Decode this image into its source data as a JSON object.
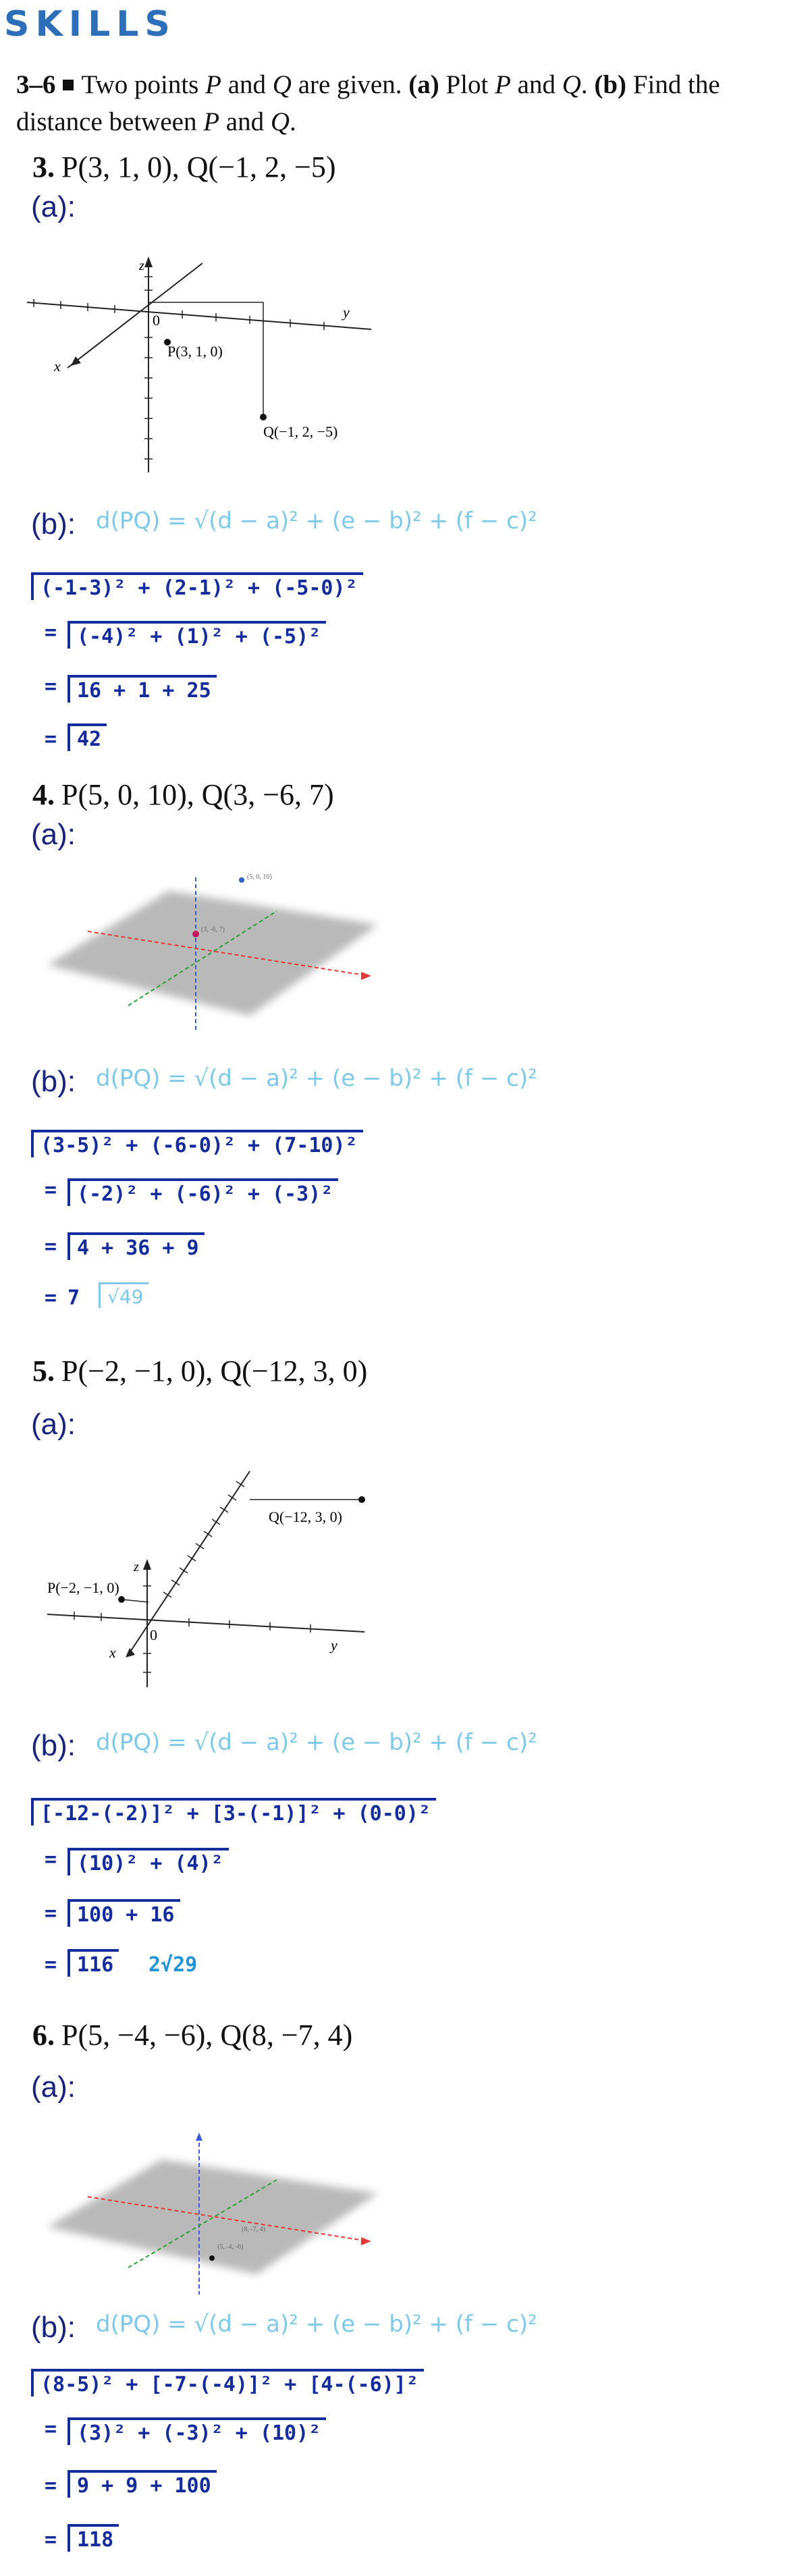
{
  "section_heading": "SKILLS",
  "instructions": {
    "range": "3–6",
    "text_a": "Two points",
    "p": "P",
    "and": "and",
    "q": "Q",
    "text_b": "are given.",
    "part_a_label": "(a)",
    "part_a_text": "Plot",
    "part_b_label": "(b)",
    "part_b_text": "Find the distance between",
    "period": "."
  },
  "distance_formula": "d(PQ) = √(d − a)² + (e − b)² + (f − c)²",
  "part_a_label": "(a):",
  "part_b_label": "(b):",
  "problems": [
    {
      "number": "3.",
      "points": "P(3, 1, 0), Q(−1, 2, −5)",
      "plot_labels": {
        "z": "z",
        "y": "y",
        "x": "x",
        "origin": "0",
        "p_label": "P(3, 1, 0)",
        "q_label": "Q(−1, 2, −5)"
      },
      "work": [
        "(-1-3)² + (2-1)² + (-5-0)²",
        "(-4)² + (1)² + (-5)²",
        "16 + 1 + 25",
        "42"
      ]
    },
    {
      "number": "4.",
      "points": "P(5, 0, 10), Q(3, −6, 7)",
      "plot_labels": {
        "p_label": "(5, 0, 10)",
        "q_label": "(3, -6, 7)"
      },
      "work": [
        "(3-5)² + (-6-0)² + (7-10)²",
        "(-2)² + (-6)² + (-3)²",
        "4 + 36 + 9",
        "7",
        "√49"
      ]
    },
    {
      "number": "5.",
      "points": "P(−2, −1, 0), Q(−12, 3, 0)",
      "plot_labels": {
        "z": "z",
        "y": "y",
        "x": "x",
        "origin": "0",
        "p_label": "P(−2, −1, 0)",
        "q_label": "Q(−12, 3, 0)"
      },
      "work": [
        "[-12-(-2)]² + [3-(-1)]² + (0-0)²",
        "(10)² + (4)²",
        "100 + 16",
        "116",
        "2√29"
      ]
    },
    {
      "number": "6.",
      "points": "P(5, −4, −6), Q(8, −7, 4)",
      "plot_labels": {
        "p_label": "(5, -4, -6)",
        "q_label": "(8, -7, 4)"
      },
      "work": [
        "(8-5)² + [-7-(-4)]² + [4-(-6)]²",
        "(3)² + (-3)² + (10)²",
        "9 + 9 + 100",
        "118"
      ]
    }
  ]
}
